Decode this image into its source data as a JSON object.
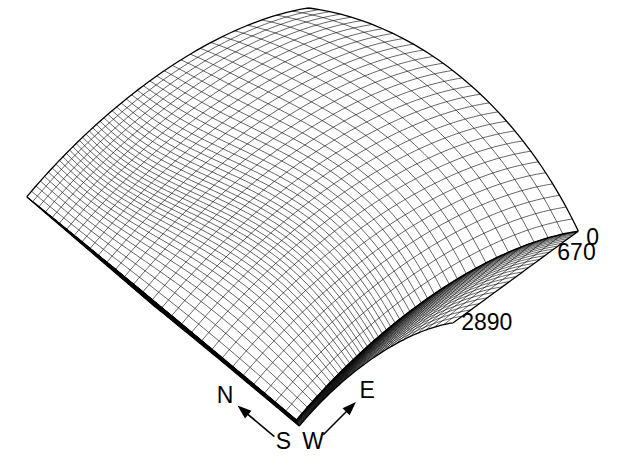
{
  "diagram": {
    "labels": [
      "0",
      "670",
      "2890",
      "N",
      "S",
      "W",
      "E"
    ]
  }
}
